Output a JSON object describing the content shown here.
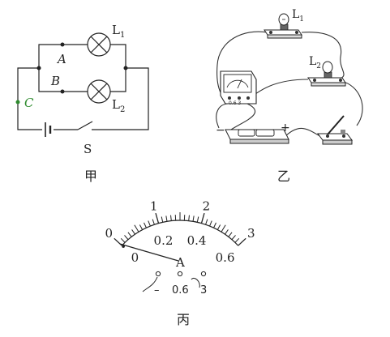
{
  "figure_jia": {
    "caption": "甲",
    "lamp1": {
      "letter": "L",
      "sub": "1"
    },
    "lamp2": {
      "letter": "L",
      "sub": "2"
    },
    "point_a": "A",
    "point_b": "B",
    "point_c": "C",
    "switch_label": "S",
    "colors": {
      "wire": "#222222",
      "point_c": "#2e8b2e"
    }
  },
  "figure_yi": {
    "caption": "乙",
    "lamp1": {
      "letter": "L",
      "sub": "1"
    },
    "lamp2": {
      "letter": "L",
      "sub": "2"
    },
    "ammeter_terminals": "0.6 3",
    "battery_minus": "−",
    "battery_plus": "+"
  },
  "figure_bing": {
    "caption": "丙",
    "meter_symbol": "A",
    "scale_3A": {
      "ticks": [
        "0",
        "1",
        "2",
        "3"
      ],
      "max": 3
    },
    "scale_06A": {
      "ticks": [
        "0",
        "0.2",
        "0.4",
        "0.6"
      ],
      "max": 0.6
    },
    "minor_divisions": 30,
    "needle_reading": 0,
    "terminals": {
      "neg": "–",
      "mid": "0.6",
      "high": "3"
    }
  }
}
